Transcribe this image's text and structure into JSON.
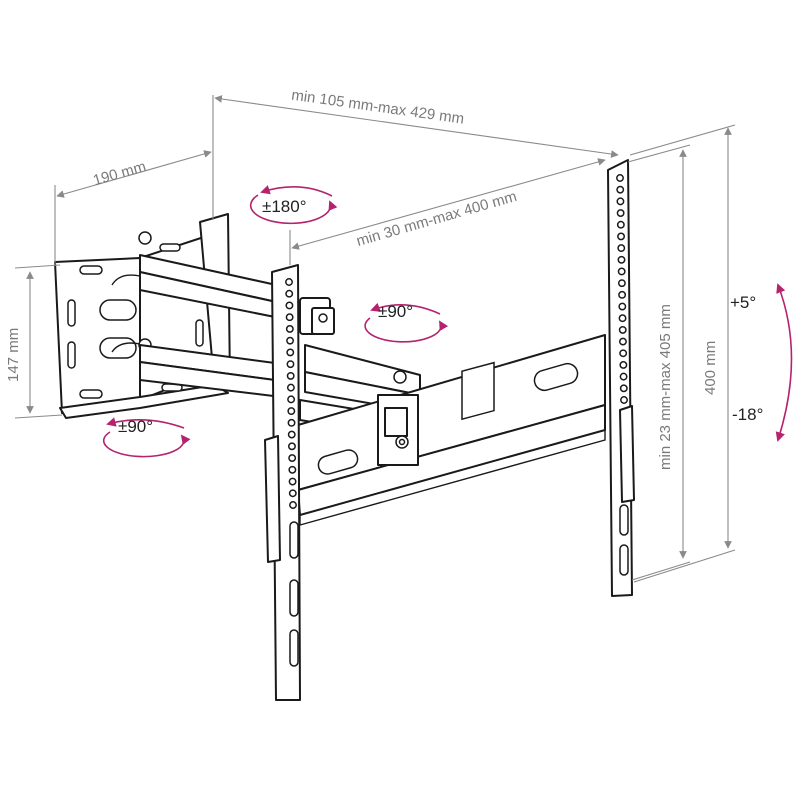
{
  "colors": {
    "accent_arrow": "#b5236e",
    "dimension_line": "#8a8a8a",
    "outline": "#1a1a1a"
  },
  "dimensions": {
    "wall_plate_width": "190 mm",
    "wall_plate_height": "147 mm",
    "extension_range": "min 105 mm-max 429 mm",
    "arm_length_range": "min 30 mm-max 400 mm",
    "vesa_vertical_range": "min 23 mm-max 405 mm",
    "vesa_height": "400 mm"
  },
  "rotations": {
    "wall_swivel": "±180°",
    "arm_swivel": "±90°",
    "bottom_swivel": "±90°"
  },
  "tilt": {
    "up": "+5°",
    "down": "-18°"
  }
}
